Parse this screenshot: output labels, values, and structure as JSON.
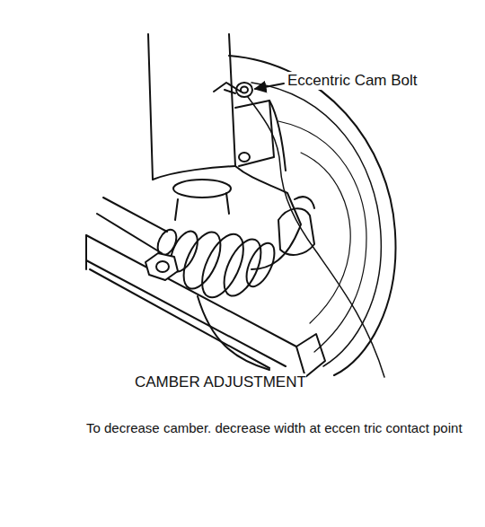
{
  "diagram": {
    "caption": "CAMBER ADJUSTMENT",
    "labels": [
      "Eccentric Cam Bolt",
      "To decrease camber. decrease width at eccen tric contact point"
    ]
  }
}
